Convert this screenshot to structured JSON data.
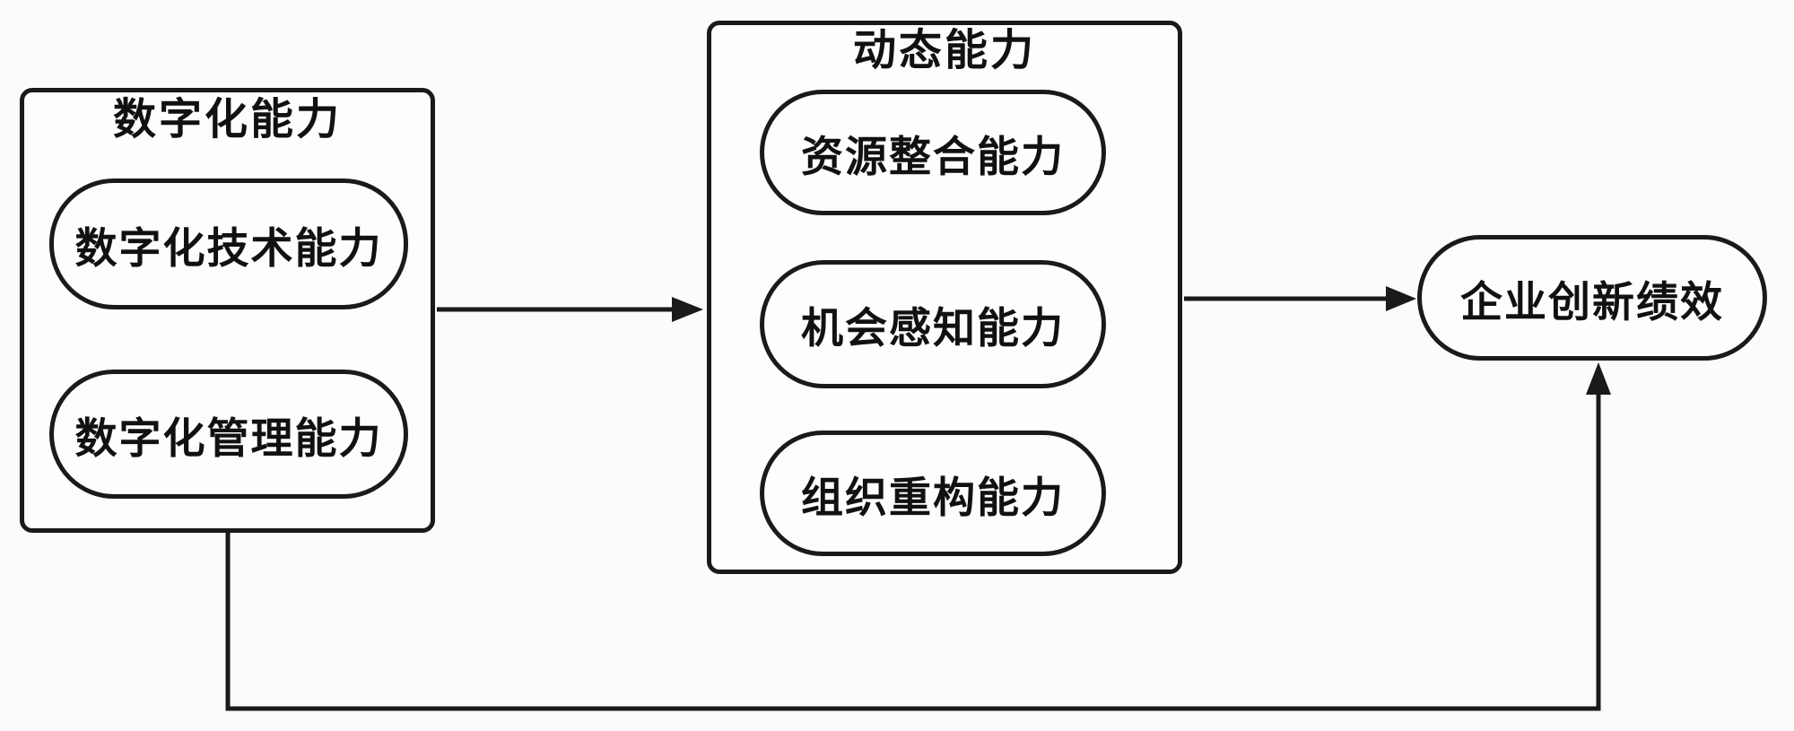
{
  "diagram": {
    "left_group": {
      "title": "数字化能力",
      "items": [
        {
          "label": "数字化技术能力"
        },
        {
          "label": "数字化管理能力"
        }
      ]
    },
    "middle_group": {
      "title": "动态能力",
      "items": [
        {
          "label": "资源整合能力"
        },
        {
          "label": "机会感知能力"
        },
        {
          "label": "组织重构能力"
        }
      ]
    },
    "outcome": {
      "label": "企业创新绩效"
    },
    "arrows": [
      {
        "name": "digital-to-dynamic",
        "from": "数字化能力",
        "to": "动态能力"
      },
      {
        "name": "dynamic-to-performance",
        "from": "动态能力",
        "to": "企业创新绩效"
      },
      {
        "name": "digital-to-performance-direct",
        "from": "数字化能力",
        "to": "企业创新绩效"
      }
    ],
    "colors": {
      "line": "#1a1a1a",
      "background": "#fbfbfb",
      "box_fill": "#fdfdfd",
      "text": "#111111"
    }
  }
}
